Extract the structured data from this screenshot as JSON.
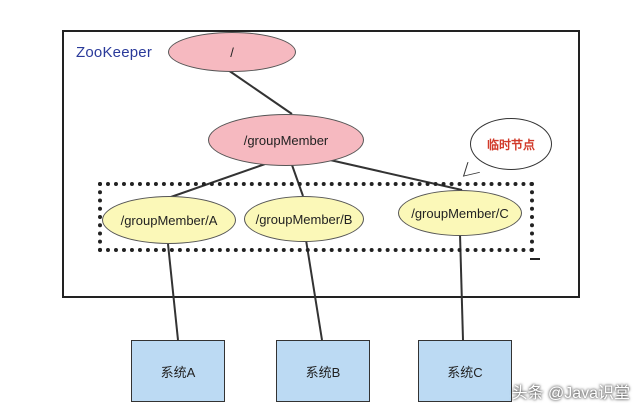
{
  "container": {
    "title": "ZooKeeper"
  },
  "nodes": {
    "root": "/",
    "group": "/groupMember",
    "children": [
      "/groupMember/A",
      "/groupMember/B",
      "/groupMember/C"
    ]
  },
  "callout": "临时节点",
  "systems": [
    "系统A",
    "系统B",
    "系统C"
  ],
  "watermark": "头条 @Java识堂",
  "colors": {
    "pink_node": "#f6b9c0",
    "yellow_node": "#fbf8b8",
    "system_box": "#bcdaf3",
    "title_text": "#2a3a9a",
    "callout_text": "#d13a2a"
  }
}
